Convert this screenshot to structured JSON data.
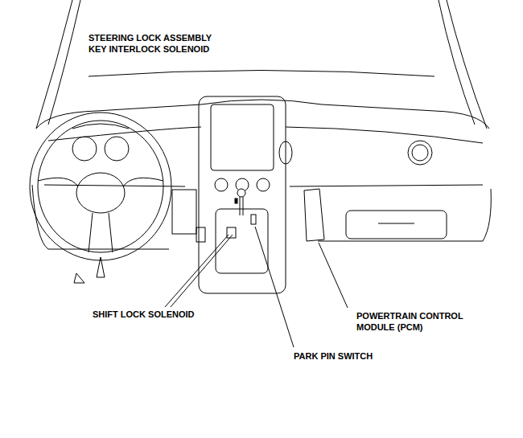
{
  "diagram": {
    "labels": [
      "STEERING LOCK ASSEMBLY",
      "KEY INTERLOCK SOLENOID",
      "SHIFT LOCK SOLENOID",
      "PARK PIN SWITCH",
      "POWERTRAIN CONTROL MODULE (PCM)"
    ]
  }
}
